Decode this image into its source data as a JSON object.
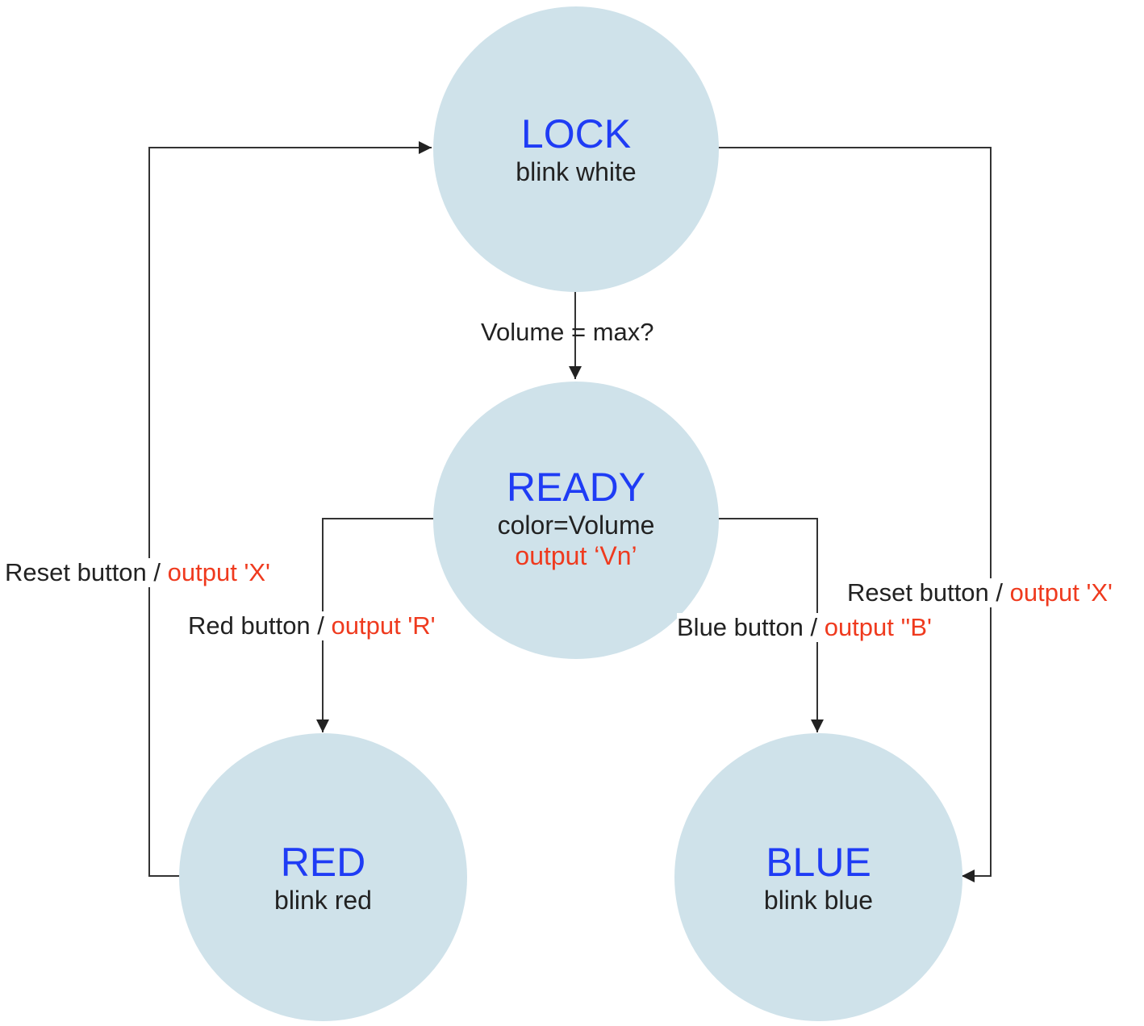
{
  "colors": {
    "state_fill": "#cfe2ea",
    "state_name": "#1f3cf5",
    "text": "#222222",
    "output": "#ef3a1e",
    "line": "#333333"
  },
  "states": {
    "lock": {
      "name": "LOCK",
      "action": "blink white"
    },
    "ready": {
      "name": "READY",
      "action": "color=Volume",
      "output": "output ‘Vn’"
    },
    "red": {
      "name": "RED",
      "action": "blink red"
    },
    "blue": {
      "name": "BLUE",
      "action": "blink blue"
    }
  },
  "transitions": {
    "lock_to_ready": {
      "condition": "Volume = max?"
    },
    "ready_to_red": {
      "trigger": "Red button",
      "separator": " / ",
      "output": "output 'R'"
    },
    "ready_to_blue": {
      "trigger": "Blue button",
      "separator": " / ",
      "output": "output ''B'"
    },
    "red_to_lock": {
      "trigger": "Reset button",
      "separator": " / ",
      "output": "output 'X'"
    },
    "lock_to_blue": {
      "trigger": "Reset button",
      "separator": " / ",
      "output": "output 'X'"
    }
  }
}
